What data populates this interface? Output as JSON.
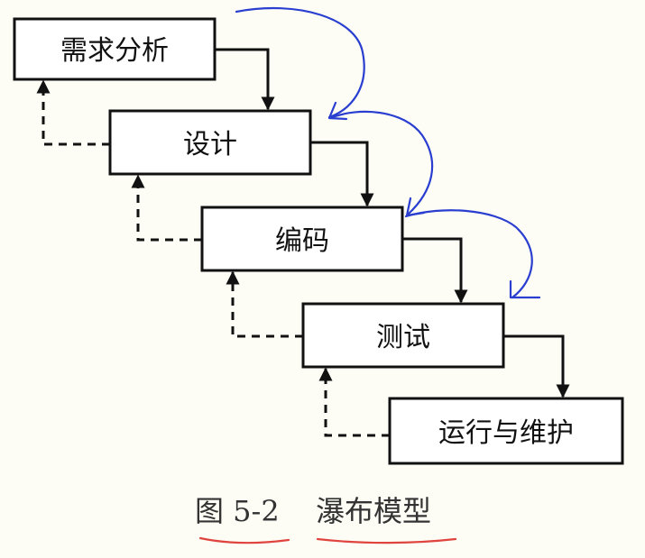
{
  "diagram": {
    "phases": [
      {
        "label": "需求分析"
      },
      {
        "label": "设计"
      },
      {
        "label": "编码"
      },
      {
        "label": "测试"
      },
      {
        "label": "运行与维护"
      }
    ],
    "caption": {
      "figure_number": "图 5-2",
      "title": "瀑布模型"
    }
  },
  "colors": {
    "box_stroke": "#111111",
    "handwriting_blue": "#2a3fd0",
    "handwriting_red": "#e0443e"
  }
}
